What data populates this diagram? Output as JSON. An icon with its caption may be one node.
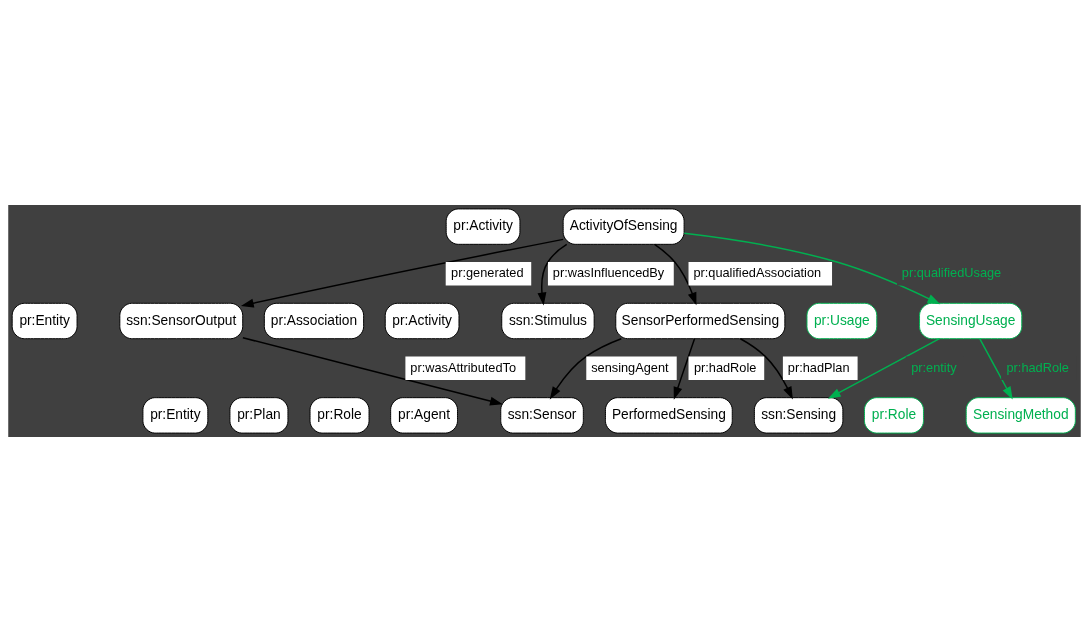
{
  "diagram": {
    "nodes": [
      {
        "text": [
          "pr:Plan"
        ]
      },
      {
        "text": [
          "ssn:Sensing"
        ]
      },
      {
        "text": [
          "pr:Agent"
        ]
      },
      {
        "text": [
          "pr:Entity"
        ]
      },
      {
        "text": [
          "ssn:Sensor"
        ]
      },
      {
        "text": [
          "pr:Association"
        ]
      },
      {
        "text": [
          "SensorPerformedSensing"
        ]
      },
      {
        "text": [
          "pr:Entity"
        ]
      },
      {
        "text": [
          "ssn:SensorOutput"
        ]
      },
      {
        "text": [
          "pr:Activity"
        ]
      },
      {
        "text": [
          "ActivityOfSensing"
        ]
      },
      {
        "text": [
          "pr:Role"
        ]
      },
      {
        "text": [
          "PerformedSensing"
        ]
      },
      {
        "text": [
          "pr:Activity"
        ]
      },
      {
        "text": [
          "ssn:Stimulus"
        ]
      },
      {
        "text": [
          "pr:Usage"
        ]
      },
      {
        "text": [
          "SensingUsage"
        ]
      },
      {
        "text": [
          "pr:Role"
        ]
      },
      {
        "text": [
          "SensingMethod"
        ]
      }
    ],
    "edges": [
      {
        "from": 6,
        "to": 4,
        "arrow": "to",
        "label": "sensingAgent"
      },
      {
        "from": 8,
        "to": 4,
        "arrow": "to",
        "label": "pr:wasAttributedTo"
      },
      {
        "from": 6,
        "to": 1,
        "arrow": "to",
        "label": "pr:hadPlan"
      },
      {
        "from": 6,
        "to": 12,
        "arrow": "to",
        "label": "pr:hadRole"
      },
      {
        "from": 10,
        "to": 6,
        "arrow": "to",
        "label": "pr:qualifiedAssociation"
      },
      {
        "from": 10,
        "to": 8,
        "arrow": "to",
        "label": "pr:generated"
      },
      {
        "from": 10,
        "to": 14,
        "arrow": "to",
        "label": "pr:wasInfluencedBy"
      },
      {
        "from": 10,
        "to": 16,
        "arrow": "to",
        "label": "pr:qualifiedUsage",
        "color": "#00b050"
      },
      {
        "from": 16,
        "to": 1,
        "arrow": "to",
        "label": "pr:entity",
        "color": "#00b050"
      },
      {
        "from": 16,
        "to": 18,
        "arrow": "to",
        "label": "pr:hadRole",
        "color": "#00b050"
      }
    ]
  }
}
